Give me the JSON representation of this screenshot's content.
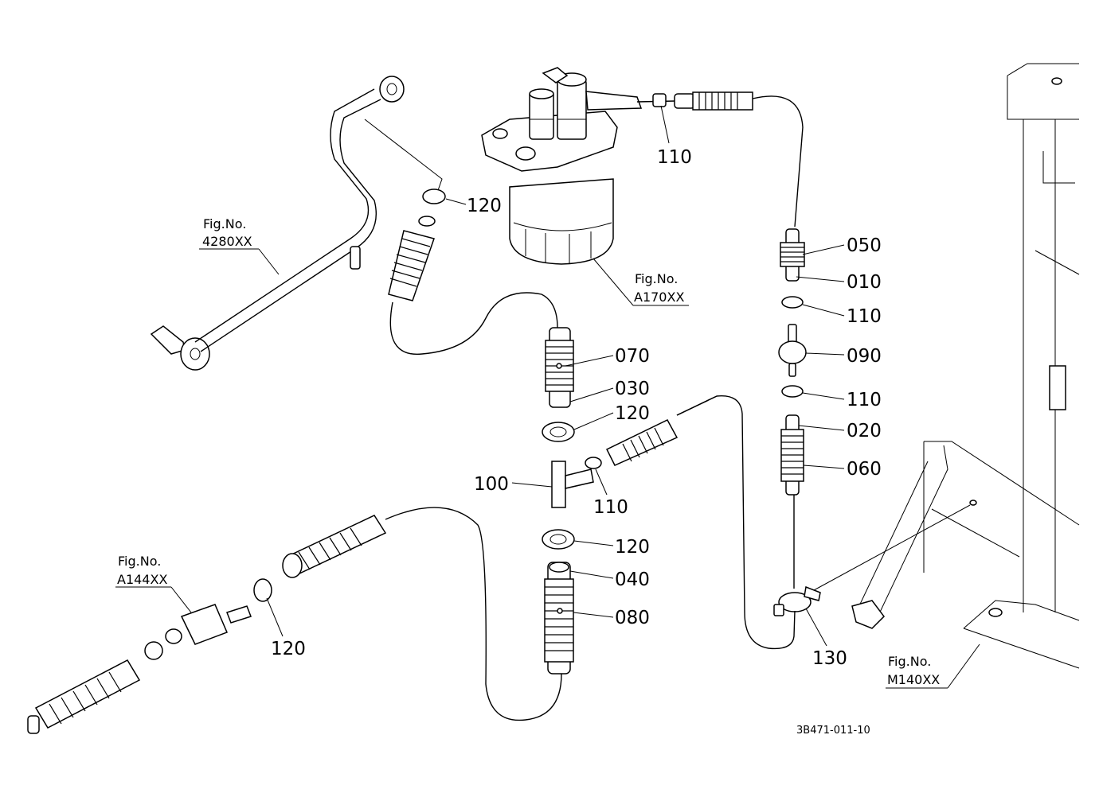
{
  "parts": [
    {
      "id": "p110a",
      "number": "110"
    },
    {
      "id": "p120a",
      "number": "120"
    },
    {
      "id": "p050",
      "number": "050"
    },
    {
      "id": "p010",
      "number": "010"
    },
    {
      "id": "p110b",
      "number": "110"
    },
    {
      "id": "p090",
      "number": "090"
    },
    {
      "id": "p110c",
      "number": "110"
    },
    {
      "id": "p020",
      "number": "020"
    },
    {
      "id": "p060",
      "number": "060"
    },
    {
      "id": "p070",
      "number": "070"
    },
    {
      "id": "p030",
      "number": "030"
    },
    {
      "id": "p120b",
      "number": "120"
    },
    {
      "id": "p100",
      "number": "100"
    },
    {
      "id": "p110d",
      "number": "110"
    },
    {
      "id": "p120c",
      "number": "120"
    },
    {
      "id": "p040",
      "number": "040"
    },
    {
      "id": "p080",
      "number": "080"
    },
    {
      "id": "p120d",
      "number": "120"
    },
    {
      "id": "p130",
      "number": "130"
    }
  ],
  "figure_refs": [
    {
      "id": "f4280",
      "caption": "Fig.No.",
      "number": "4280XX"
    },
    {
      "id": "fA170",
      "caption": "Fig.No.",
      "number": "A170XX"
    },
    {
      "id": "fA144",
      "caption": "Fig.No.",
      "number": "A144XX"
    },
    {
      "id": "fM140",
      "caption": "Fig.No.",
      "number": "M140XX"
    }
  ],
  "drawing_code": "3B471-011-10"
}
